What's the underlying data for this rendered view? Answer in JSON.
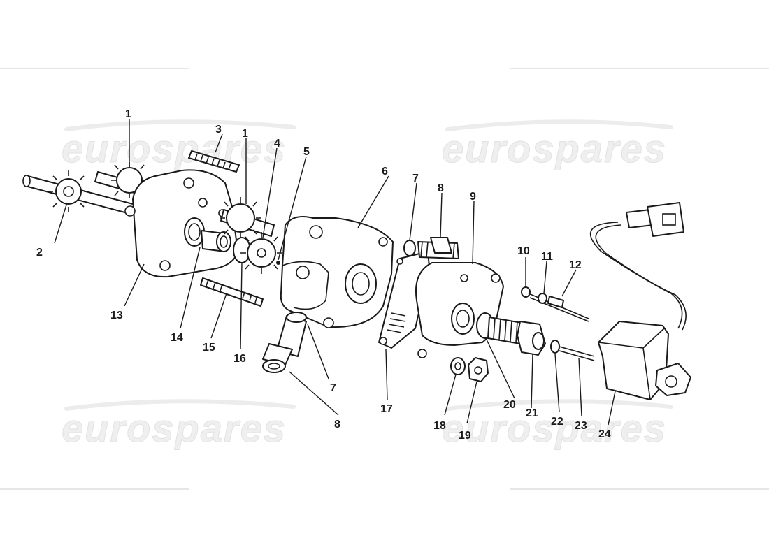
{
  "watermark": {
    "text": "eurospares"
  },
  "callouts": [
    {
      "id": "c1a",
      "label": "1"
    },
    {
      "id": "c1b",
      "label": "1"
    },
    {
      "id": "c2",
      "label": "2"
    },
    {
      "id": "c3",
      "label": "3"
    },
    {
      "id": "c4",
      "label": "4"
    },
    {
      "id": "c5",
      "label": "5"
    },
    {
      "id": "c6",
      "label": "6"
    },
    {
      "id": "c7a",
      "label": "7"
    },
    {
      "id": "c7b",
      "label": "7"
    },
    {
      "id": "c8a",
      "label": "8"
    },
    {
      "id": "c8b",
      "label": "8"
    },
    {
      "id": "c9",
      "label": "9"
    },
    {
      "id": "c10",
      "label": "10"
    },
    {
      "id": "c11",
      "label": "11"
    },
    {
      "id": "c12",
      "label": "12"
    },
    {
      "id": "c13",
      "label": "13"
    },
    {
      "id": "c14",
      "label": "14"
    },
    {
      "id": "c15",
      "label": "15"
    },
    {
      "id": "c16",
      "label": "16"
    },
    {
      "id": "c17",
      "label": "17"
    },
    {
      "id": "c18",
      "label": "18"
    },
    {
      "id": "c19",
      "label": "19"
    },
    {
      "id": "c20",
      "label": "20"
    },
    {
      "id": "c21",
      "label": "21"
    },
    {
      "id": "c22",
      "label": "22"
    },
    {
      "id": "c23",
      "label": "23"
    },
    {
      "id": "c24",
      "label": "24"
    }
  ]
}
